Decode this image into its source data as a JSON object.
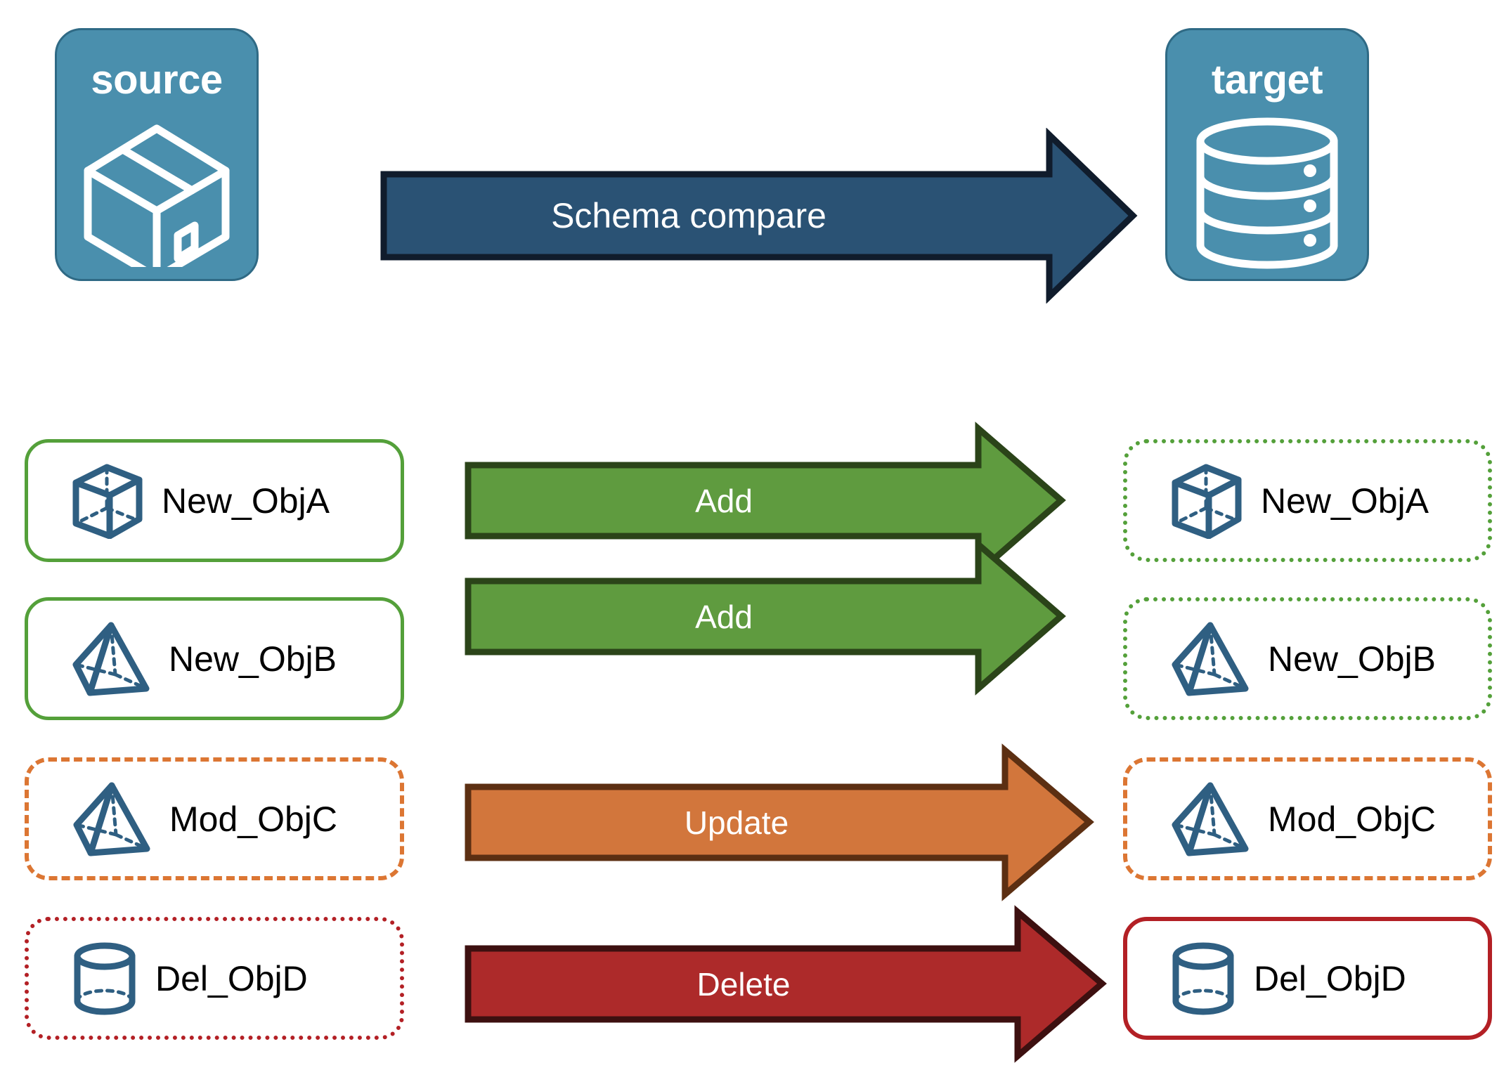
{
  "diagram": {
    "type": "schema-compare-flow",
    "endpoints": [
      {
        "id": "source",
        "title": "source",
        "icon": "package-box-icon"
      },
      {
        "id": "target",
        "title": "target",
        "icon": "database-cylinder-icon"
      }
    ],
    "main_arrow": {
      "label": "Schema compare",
      "color": "#2a5274",
      "border_color": "#101c2c",
      "direction": "source-to-target"
    },
    "rows": [
      {
        "source": {
          "label": "New_ObjA",
          "icon": "wireframe-cube-icon",
          "border_style": "solid",
          "border_color": "#54a03a"
        },
        "action": {
          "label": "Add",
          "color": "#5f9b3f",
          "border_color": "#2b4419"
        },
        "target": {
          "label": "New_ObjA",
          "icon": "wireframe-cube-icon",
          "border_style": "dotted",
          "border_color": "#54a03a"
        }
      },
      {
        "source": {
          "label": "New_ObjB",
          "icon": "wireframe-pyramid-icon",
          "border_style": "solid",
          "border_color": "#54a03a"
        },
        "action": {
          "label": "Add",
          "color": "#5f9b3f",
          "border_color": "#2b4419"
        },
        "target": {
          "label": "New_ObjB",
          "icon": "wireframe-pyramid-icon",
          "border_style": "dotted",
          "border_color": "#54a03a"
        }
      },
      {
        "source": {
          "label": "Mod_ObjC",
          "icon": "wireframe-pyramid-icon",
          "border_style": "dashed",
          "border_color": "#dc7633"
        },
        "action": {
          "label": "Update",
          "color": "#d2763c",
          "border_color": "#5c2f12"
        },
        "target": {
          "label": "Mod_ObjC",
          "icon": "wireframe-pyramid-icon",
          "border_style": "dashed",
          "border_color": "#dc7633"
        }
      },
      {
        "source": {
          "label": "Del_ObjD",
          "icon": "wireframe-cylinder-icon",
          "border_style": "dotted",
          "border_color": "#b32025"
        },
        "action": {
          "label": "Delete",
          "color": "#ad2a2a",
          "border_color": "#3d1010"
        },
        "target": {
          "label": "Del_ObjD",
          "icon": "wireframe-cylinder-icon",
          "border_style": "solid",
          "border_color": "#b32025"
        }
      }
    ],
    "palette": {
      "endpoint_fill": "#4a8fad",
      "endpoint_border": "#2f6a85",
      "object_icon": "#2f5f82",
      "text_dark": "#000000",
      "text_light": "#ffffff"
    }
  }
}
